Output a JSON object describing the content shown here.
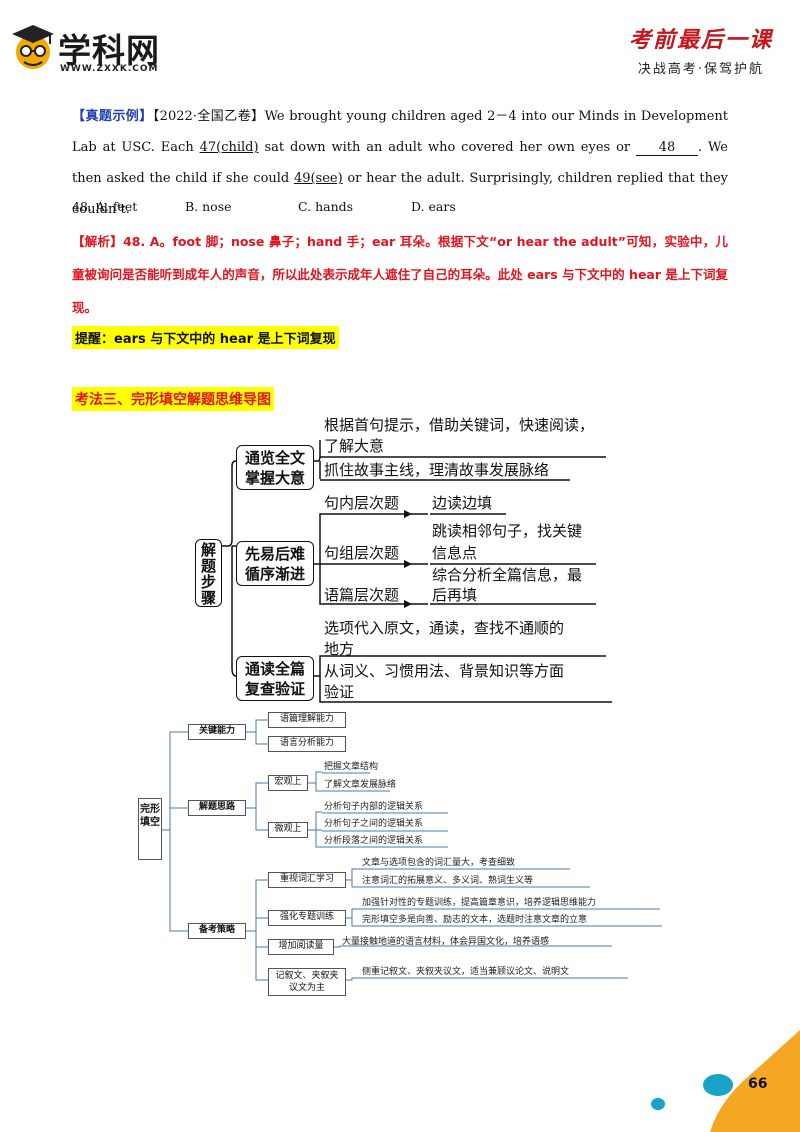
{
  "header": {
    "logo_text": "学科网",
    "logo_url": "WWW.ZXXK.COM",
    "brand_title": "考前最后一课",
    "brand_sub": "决战高考·保驾护航"
  },
  "example": {
    "tag": "【真题示例】",
    "source": "【2022·全国乙卷】",
    "text1": "We brought young children aged 2－4 into our Minds in Development Lab at USC. Each ",
    "blank47": "47(child)",
    "text2": " sat down with an adult who covered her own eyes or ",
    "blank48": "48",
    "text3": ". We then asked the child if she could ",
    "blank49": "49(see)",
    "text4": " or hear the adult. Surprisingly, children replied that they couldn’t."
  },
  "options": {
    "num": "48. A. feet",
    "b": "B. nose",
    "c": "C. hands",
    "d": "D. ears"
  },
  "analysis": {
    "tag": "【解析】",
    "text": "48. A。foot 脚；nose 鼻子；hand 手；ear 耳朵。根据下文“or hear the adult”可知，实验中，儿童被询问是否能听到成年人的声音，所以此处表示成年人遮住了自己的耳朵。此处 ears 与下文中的 hear 是上下词复现。"
  },
  "tip": "提醒：ears 与下文中的 hear 是上下词复现",
  "section_title": "考法三、完形填空解题思维导图",
  "map1": {
    "root": "解题步骤",
    "b1": "通览全文掌握大意",
    "b1_l1": "根据首句提示，借助关键词，快速阅读，",
    "b1_l2": "了解大意",
    "b1_l3": "抓住故事主线，理清故事发展脉络",
    "b2": "先易后难循序渐进",
    "b2_s1": "句内层次题",
    "b2_s1_r": "边读边填",
    "b2_s2": "句组层次题",
    "b2_s2_r1": "跳读相邻句子，找关键",
    "b2_s2_r2": "信息点",
    "b2_s3": "语篇层次题",
    "b2_s3_r1": "综合分析全篇信息，最",
    "b2_s3_r2": "后再填",
    "b3": "通读全篇复查验证",
    "b3_l1": "选项代入原文，通读，查找不通顺的",
    "b3_l2": "地方",
    "b3_l3": "从词义、习惯用法、背景知识等方面",
    "b3_l4": "验证"
  },
  "map2": {
    "root": "完形填空",
    "k1": "关键能力",
    "k1_a": "语篇理解能力",
    "k1_b": "语言分析能力",
    "k2": "解题思路",
    "k2_a": "宏观上",
    "k2_a1": "把握文章结构",
    "k2_a2": "了解文章发展脉络",
    "k2_b": "微观上",
    "k2_b1": "分析句子内部的逻辑关系",
    "k2_b2": "分析句子之间的逻辑关系",
    "k2_b3": "分析段落之间的逻辑关系",
    "k3": "备考策略",
    "k3_a": "重视词汇学习",
    "k3_a1": "文章与选项包含的词汇量大，考查细致",
    "k3_a2": "注意词汇的拓展意义、多义词、熟词生义等",
    "k3_b": "强化专题训练",
    "k3_b1": "加强针对性的专题训练，提高篇章意识，培养逻辑思维能力",
    "k3_b2": "完形填空多是向善、励志的文本，选题时注意文章的立意",
    "k3_c": "增加阅读量",
    "k3_c1": "大量接触地道的语言材料，体会异国文化，培养语感",
    "k3_d": "记叙文、夹叙夹议文为主",
    "k3_d1": "侧重记叙文、夹叙夹议文，适当兼顾议论文、说明文"
  },
  "page_number": "66",
  "colors": {
    "red": "#e0141e",
    "blue": "#1f3fb3",
    "highlight": "#ffff00",
    "orange": "#f5a623",
    "teal": "#1aa3c8"
  }
}
